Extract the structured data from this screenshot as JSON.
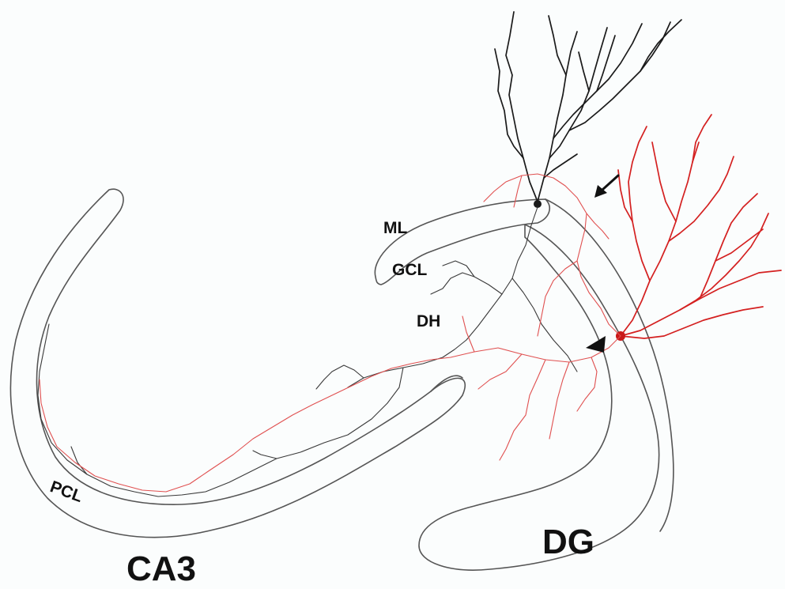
{
  "labels": {
    "ml": "ML",
    "gcl": "GCL",
    "dh": "DH",
    "pcl": "PCL",
    "ca3": "CA3",
    "dg": "DG"
  },
  "colors": {
    "outline": "#555555",
    "neuron_black": "#1a1a1a",
    "neuron_red": "#d42020",
    "axon_black": "#3a3a3a",
    "axon_red": "#e05050",
    "background": "#fbfdfd"
  },
  "markers": {
    "arrow": "arrow-icon",
    "arrowhead": "arrowhead-icon"
  }
}
